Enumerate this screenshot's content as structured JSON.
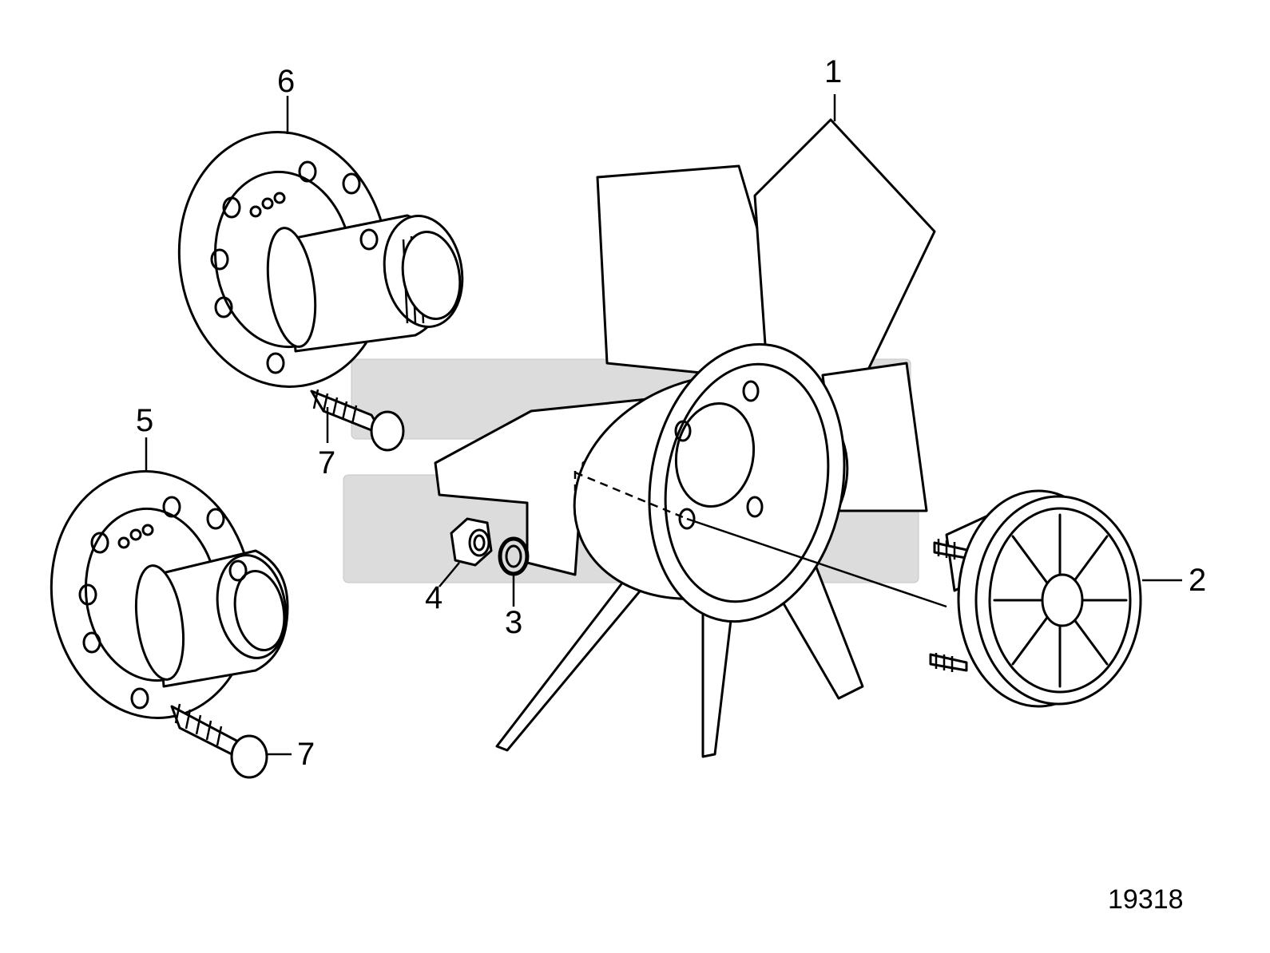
{
  "figure": {
    "number": "19318"
  },
  "callouts": [
    {
      "id": "1",
      "label": "1"
    },
    {
      "id": "2",
      "label": "2"
    },
    {
      "id": "3",
      "label": "3"
    },
    {
      "id": "4",
      "label": "4"
    },
    {
      "id": "5",
      "label": "5"
    },
    {
      "id": "6",
      "label": "6"
    },
    {
      "id": "7a",
      "label": "7"
    },
    {
      "id": "7b",
      "label": "7"
    }
  ],
  "icons": {
    "fan": "fan-assembly-icon",
    "viscous_coupling": "viscous-coupling-icon",
    "washer": "washer-icon",
    "nut": "hex-nut-icon",
    "hub_upper": "hub-flange-icon",
    "hub_lower": "hub-flange-icon",
    "bolts": "bolt-icon"
  }
}
